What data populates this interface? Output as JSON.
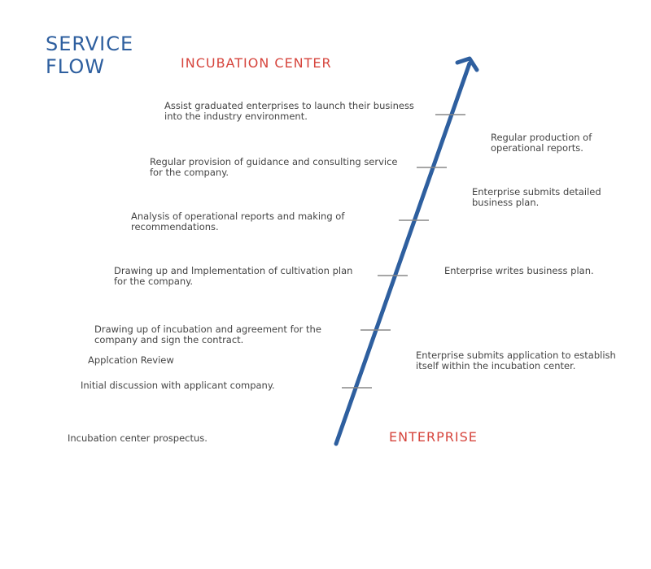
{
  "title": {
    "line1": "SERVICE",
    "line2": "FLOW"
  },
  "headings": {
    "top": "INCUBATION CENTER",
    "bottom": "ENTERPRISE"
  },
  "colors": {
    "title": "#2e5f9f",
    "heading": "#d6453d",
    "arrow": "#2e5f9f",
    "tick": "#888888",
    "text": "#444444"
  },
  "left_steps": [
    "Assist graduated enterprises to launch their business\ninto the industry environment.",
    "Regular provision of guidance and consulting service\nfor the company.",
    "Analysis of operational reports and making of\nrecommendations.",
    "Drawing up and lmplementation of cultivation plan\nfor the company.",
    "Drawing up of incubation and agreement for the\ncompany and sign the contract.",
    "Applcation Review",
    "Initial discussion with applicant company.",
    "Incubation center prospectus."
  ],
  "right_steps": [
    "Regular production of\noperational reports.",
    "Enterprise submits detailed\nbusiness plan.",
    "Enterprise writes business plan.",
    "Enterprise submits application to establish\nitself within the incubation center."
  ]
}
